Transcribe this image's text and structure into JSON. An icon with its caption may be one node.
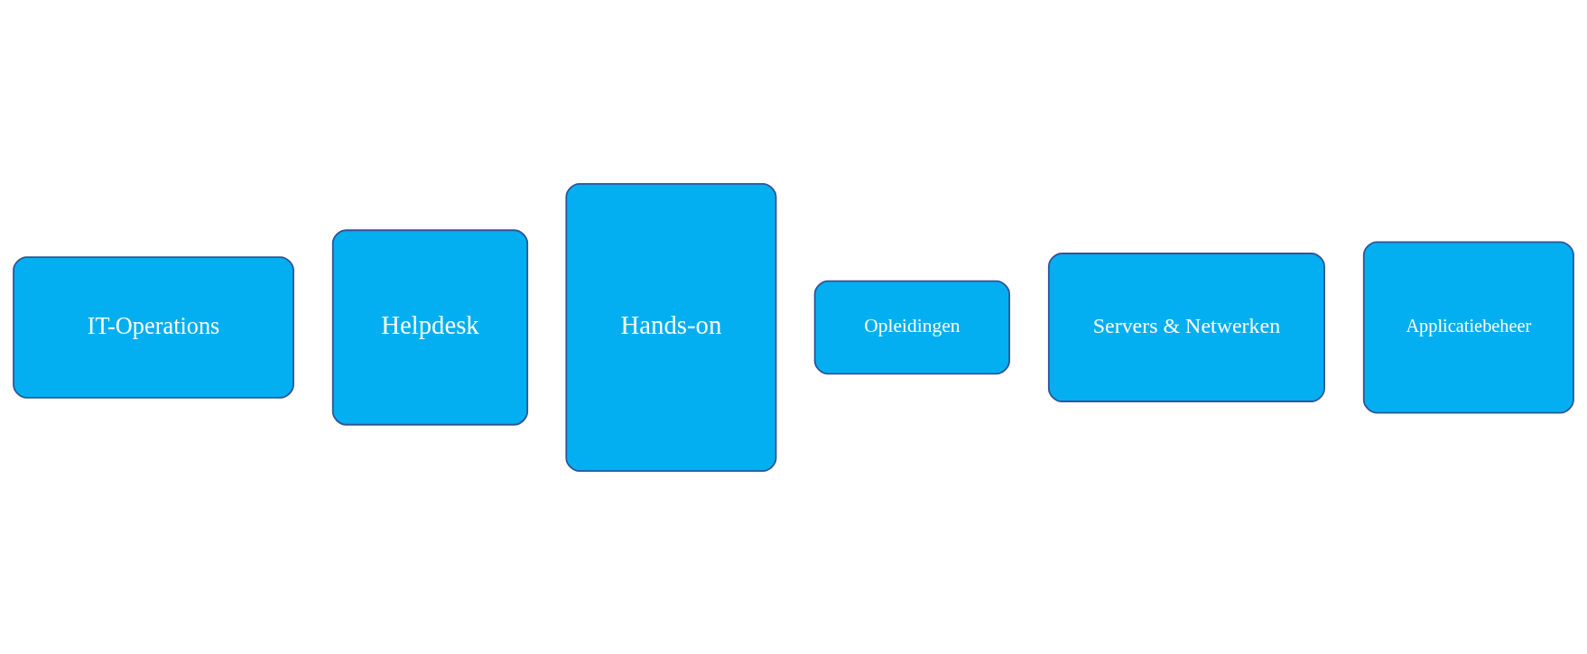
{
  "diagram": {
    "nodes": [
      {
        "text": [
          "IT-Operations"
        ]
      },
      {
        "text": [
          "Helpdesk"
        ]
      },
      {
        "text": [
          "Hands-on"
        ]
      },
      {
        "text": [
          "Opleidingen"
        ]
      },
      {
        "text": [
          "Servers & Netwerken"
        ]
      },
      {
        "text": [
          "Applicatiebeheer"
        ]
      }
    ]
  }
}
